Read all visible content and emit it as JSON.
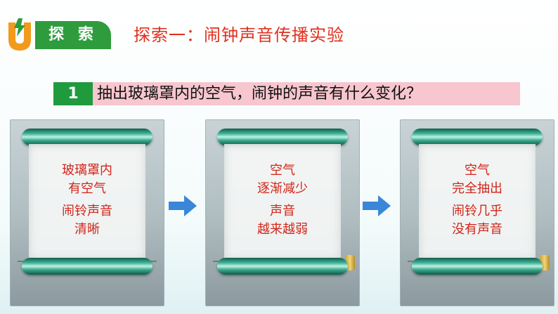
{
  "header": {
    "badge_label": "探 索",
    "section_title": "探索一：闹钟声音传播实验"
  },
  "question": {
    "number": "1",
    "text": "抽出玻璃罩内的空气，闹钟的声音有什么变化？"
  },
  "panels": [
    {
      "line1": "玻璃罩内",
      "line2": "有空气",
      "line3": "闹铃声音",
      "line4": "清晰"
    },
    {
      "line1": "空气",
      "line2": "逐渐减少",
      "line3": "声音",
      "line4": "越来越弱"
    },
    {
      "line1": "空气",
      "line2": "完全抽出",
      "line3": "闹铃几乎",
      "line4": "没有声音"
    }
  ],
  "colors": {
    "accent_green": "#2e9c3d",
    "title_red": "#e0301e",
    "question_bar": "#f7c6cf",
    "arrow_blue": "#3a86d8"
  }
}
